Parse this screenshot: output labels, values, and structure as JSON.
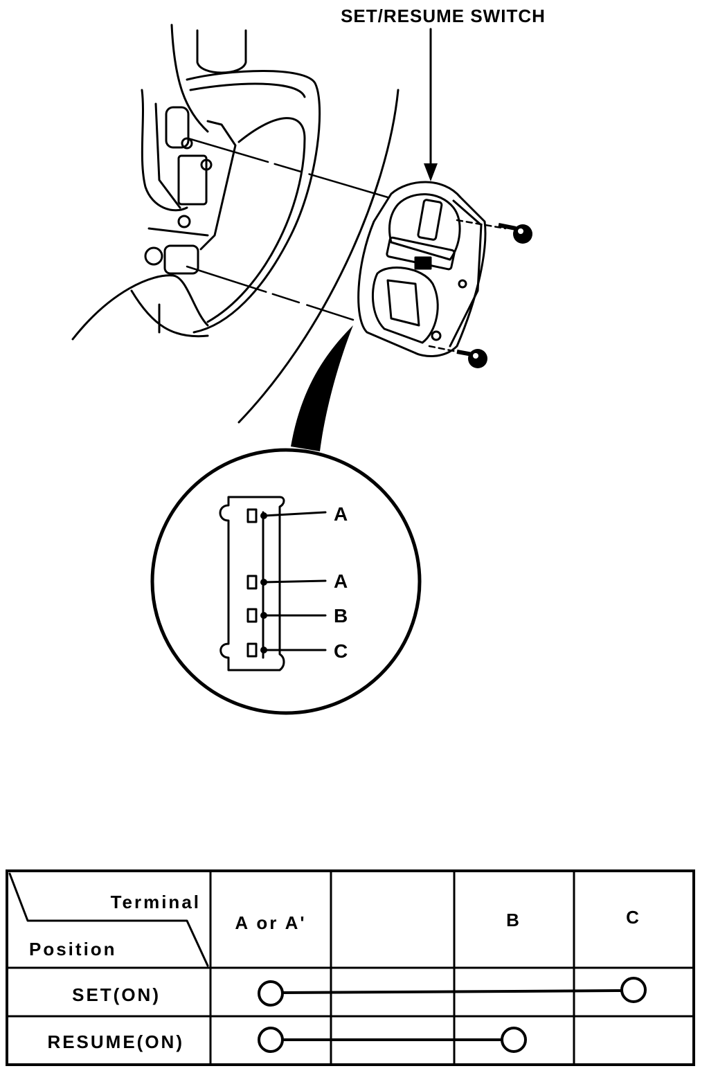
{
  "title": "SET/RESUME SWITCH",
  "terminal_labels": [
    "A",
    "A",
    "B",
    "C"
  ],
  "table": {
    "header_terminal": "Terminal",
    "header_position": "Position",
    "columns": [
      "A or A'",
      "",
      "B",
      "C"
    ],
    "rows": [
      {
        "label": "SET(ON)",
        "connected_columns": [
          0,
          3
        ]
      },
      {
        "label": "RESUME(ON)",
        "connected_columns": [
          0,
          2
        ]
      }
    ]
  }
}
